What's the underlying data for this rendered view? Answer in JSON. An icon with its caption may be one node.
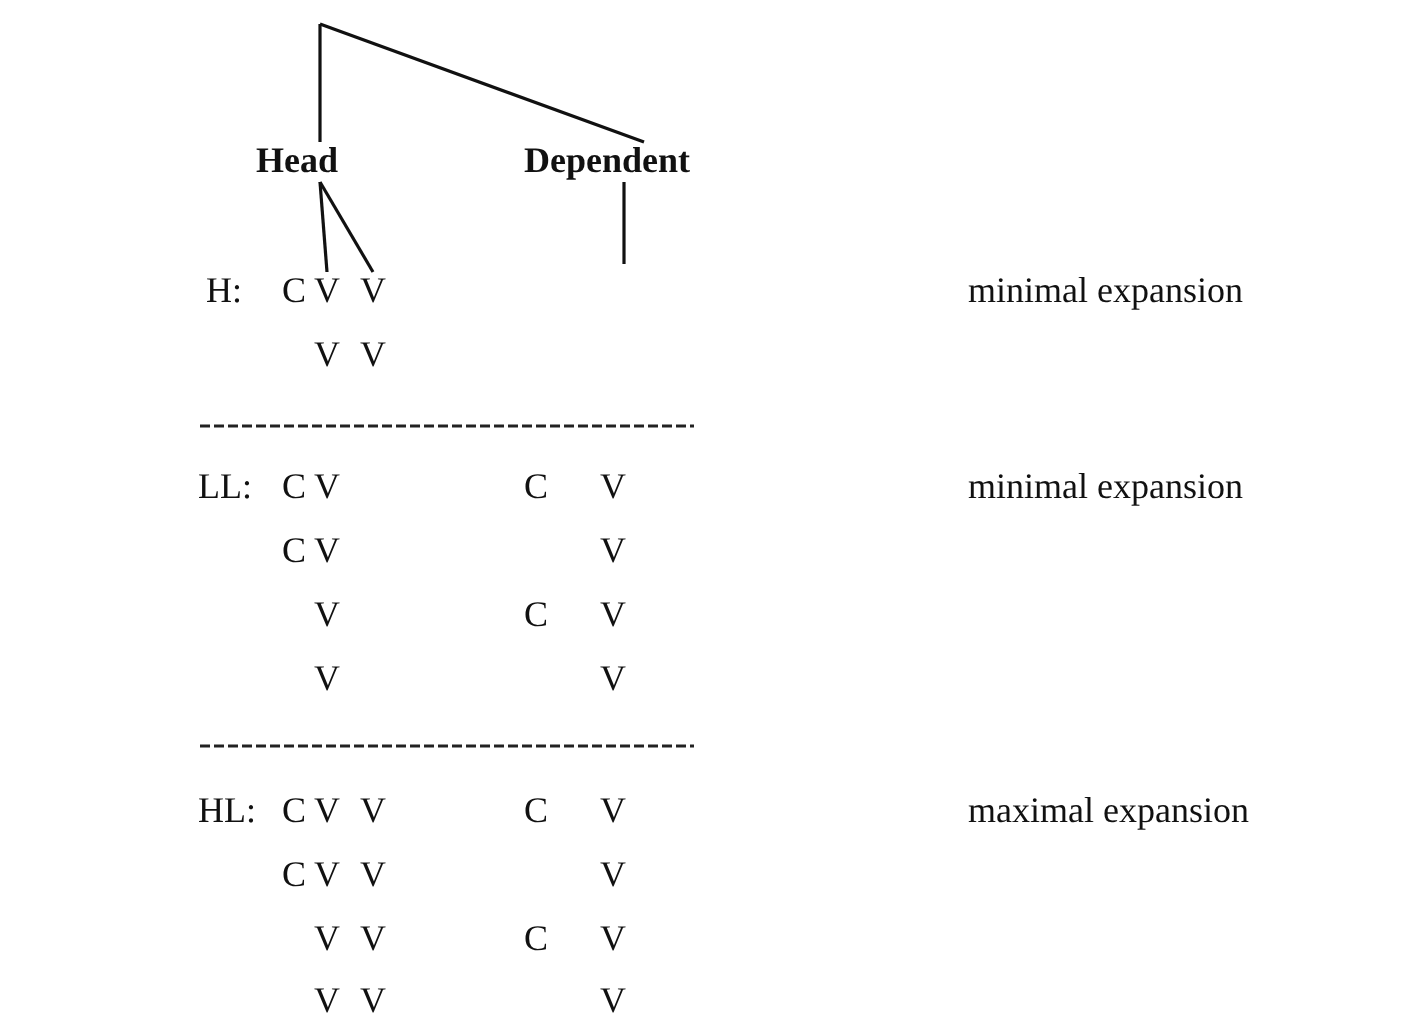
{
  "diagram": {
    "nodes": [
      {
        "text": [
          "Head"
        ]
      },
      {
        "text": [
          "Dependent"
        ]
      },
      {
        "text": [
          "V"
        ]
      },
      {
        "text": [
          "V"
        ]
      }
    ],
    "edges": [
      {
        "from": null,
        "to": 0,
        "arrow": "none"
      },
      {
        "from": null,
        "to": 1,
        "arrow": "none"
      },
      {
        "from": 0,
        "to": 2,
        "arrow": "none"
      },
      {
        "from": 0,
        "to": 3,
        "arrow": "none"
      },
      {
        "from": 1,
        "to": null,
        "arrow": "none"
      }
    ],
    "labels": [
      "H:",
      "C",
      "minimal expansion",
      "V",
      "V",
      "LL:",
      "C",
      "V",
      "C",
      "V",
      "minimal expansion",
      "C",
      "V",
      "V",
      "V",
      "C",
      "V",
      "V",
      "V",
      "HL:",
      "C",
      "V",
      "V",
      "C",
      "V",
      "maximal expansion",
      "C",
      "V",
      "V",
      "V",
      "V",
      "V",
      "C",
      "V",
      "V",
      "V",
      "V"
    ]
  }
}
